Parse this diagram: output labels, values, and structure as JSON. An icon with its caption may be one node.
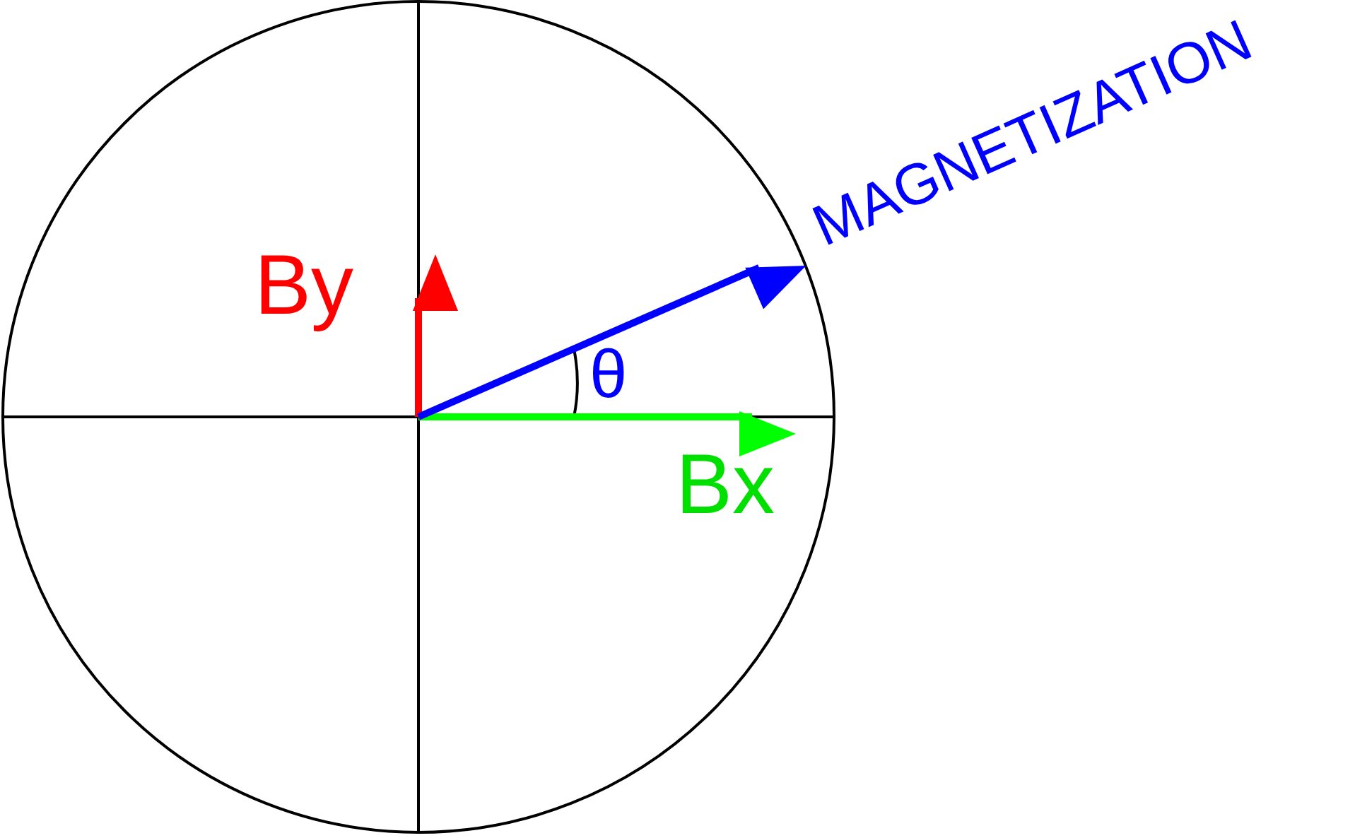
{
  "diagram": {
    "labels": [
      "By",
      "θ",
      "Bx",
      "MAGNETIZATION"
    ]
  }
}
